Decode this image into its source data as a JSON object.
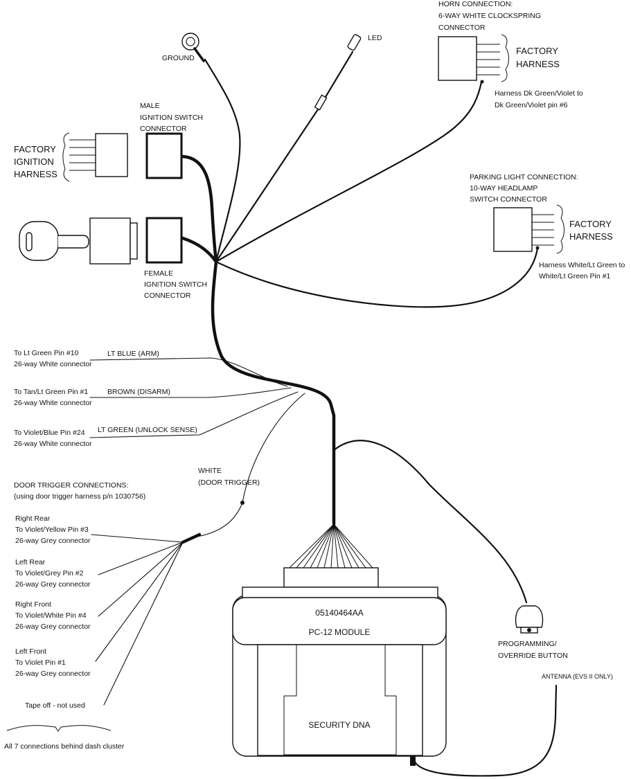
{
  "labels": {
    "horn_title_1": "HORN CONNECTION:",
    "horn_title_2": "6-WAY WHITE CLOCKSPRING",
    "horn_title_3": "CONNECTOR",
    "horn_factory_1": "FACTORY",
    "horn_factory_2": "HARNESS",
    "horn_note_1": "Harness Dk Green/Violet to",
    "horn_note_2": "Dk Green/Violet pin #6",
    "led": "LED",
    "ground": "GROUND",
    "male_1": "MALE",
    "male_2": "IGNITION SWITCH",
    "male_3": "CONNECTOR",
    "fih_1": "FACTORY",
    "fih_2": "IGNITION",
    "fih_3": "HARNESS",
    "female_1": "FEMALE",
    "female_2": "IGNITION SWITCH",
    "female_3": "CONNECTOR",
    "park_1": "PARKING LIGHT CONNECTION:",
    "park_2": "10-WAY HEADLAMP",
    "park_3": "SWITCH CONNECTOR",
    "park_factory_1": "FACTORY",
    "park_factory_2": "HARNESS",
    "park_note_1": "Harness White/Lt Green to",
    "park_note_2": "White/Lt Green Pin #1",
    "arm_to_1": "To Lt Green Pin #10",
    "arm_to_2": "26-way White connector",
    "arm_wire": "LT BLUE (ARM)",
    "disarm_to_1": "To Tan/Lt Green Pin #1",
    "disarm_to_2": "26-way White connector",
    "disarm_wire": "BROWN (DISARM)",
    "unlock_to_1": "To Violet/Blue Pin #24",
    "unlock_to_2": "26-way White connector",
    "unlock_wire": "LT GREEN (UNLOCK SENSE)",
    "white_1": "WHITE",
    "white_2": "(DOOR TRIGGER)",
    "door_title_1": "DOOR TRIGGER CONNECTIONS:",
    "door_title_2": "(using door trigger harness p/n 1030756)",
    "rr_1": "Right Rear",
    "rr_2": "To Violet/Yellow Pin #3",
    "rr_3": "26-way Grey connector",
    "lr_1": "Left Rear",
    "lr_2": "To Violet/Grey Pin #2",
    "lr_3": "26-way Grey connector",
    "rf_1": "Right Front",
    "rf_2": "To Violet/White Pin #4",
    "rf_3": "26-way Grey connector",
    "lf_1": "Left Front",
    "lf_2": "To Violet Pin #1",
    "lf_3": "26-way Grey connector",
    "tape_off": "Tape off - not used",
    "all_seven": "All 7 connections behind dash cluster",
    "part_number": "05140464AA",
    "module_name": "PC-12 MODULE",
    "security_dna": "SECURITY DNA",
    "prog_1": "PROGRAMMING/",
    "prog_2": "OVERRIDE BUTTON",
    "antenna": "ANTENNA (EVS II ONLY)"
  }
}
